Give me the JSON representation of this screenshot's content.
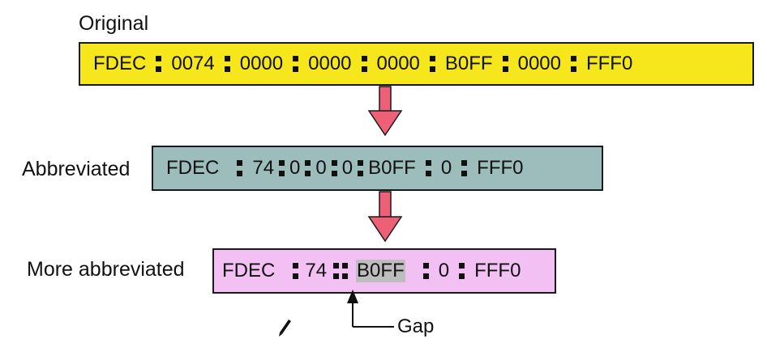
{
  "labels": {
    "original": "Original",
    "abbreviated": "Abbreviated",
    "more_abbreviated": "More abbreviated",
    "gap": "Gap"
  },
  "colors": {
    "original_fill": "#f5e71c",
    "abbreviated_fill": "#9dbcbc",
    "more_abbreviated_fill": "#f2c0f2",
    "arrow_fill": "#ee6078",
    "highlight": "#bdbdbd"
  },
  "original": [
    "FDEC",
    "0074",
    "0000",
    "0000",
    "0000",
    "B0FF",
    "0000",
    "FFF0"
  ],
  "abbreviated": [
    "FDEC",
    "74",
    "0",
    "0",
    "0",
    "B0FF",
    "0",
    "FFF0"
  ],
  "more_abbreviated": {
    "before_gap": [
      "FDEC",
      "74"
    ],
    "after_gap": [
      "B0FF",
      "0",
      "FFF0"
    ]
  }
}
